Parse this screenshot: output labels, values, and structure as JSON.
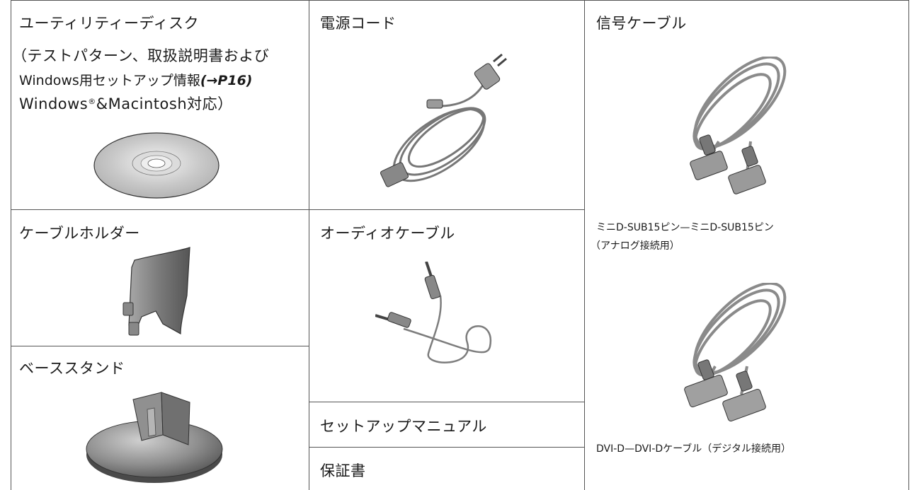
{
  "cells": {
    "utility_disk": {
      "title": "ユーティリティーディスク",
      "line2": "（テストパターン、取扱説明書および",
      "line3_pre": "Windows用セットアップ情報",
      "line3_ref": "(→P16)",
      "line4_pre": "Windows",
      "line4_sup": "®",
      "line4_post": "&Macintosh対応）"
    },
    "power_cord": {
      "title": "電源コード"
    },
    "signal_cable": {
      "title": "信号ケーブル",
      "analog_caption_1": "ミニD-SUB15ピン—ミニD-SUB15ピン",
      "analog_caption_2": "（アナログ接続用）",
      "digital_caption": "DVI-D—DVI-Dケーブル（デジタル接続用）"
    },
    "cable_holder": {
      "title": "ケーブルホルダー"
    },
    "audio_cable": {
      "title": "オーディオケーブル"
    },
    "base_stand": {
      "title": "ベーススタンド"
    },
    "setup_manual": {
      "title": "セットアップマニュアル"
    },
    "warranty": {
      "title": "保証書"
    }
  },
  "colors": {
    "rule": "#555555",
    "text": "#1a1a1a",
    "illustration": "#8a8a8a"
  },
  "icons": [
    "cd-disc-icon",
    "power-cord-icon",
    "vga-cable-icon",
    "dvi-cable-icon",
    "cable-holder-icon",
    "audio-cable-icon",
    "base-stand-icon"
  ]
}
